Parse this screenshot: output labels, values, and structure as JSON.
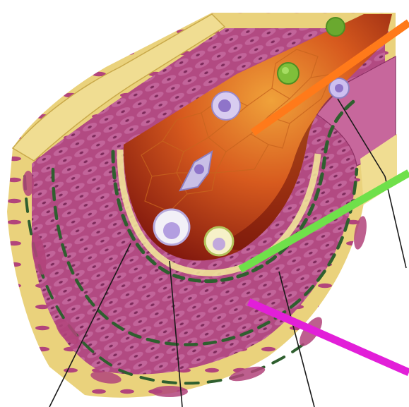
{
  "figure": {
    "subject": "artery-cross-section",
    "labels": [],
    "colors": {
      "background": "#ffffff",
      "adventitia": "#e9d27a",
      "adventitia_dark": "#d3b85a",
      "media": "#b0487f",
      "media_dark": "#8b2f63",
      "media_light": "#c76c9a",
      "intima": "#f3ec9a",
      "elastic_lamina": "#2f5f2f",
      "lumen_light": "#ea8a26",
      "lumen_mid": "#d4561d",
      "lumen_dark": "#8a1a10",
      "white_cell": "#c8b9e8",
      "green_cell": "#7fbf3a",
      "pointer_orange": "#ff7a1a",
      "pointer_green": "#6fe04a",
      "pointer_magenta": "#e21fd8",
      "leader_line": "#1a1a1a"
    },
    "pointers": [
      {
        "name": "lumen-pointer",
        "color": "#ff7a1a"
      },
      {
        "name": "intima-pointer",
        "color": "#6fe04a"
      },
      {
        "name": "media-pointer",
        "color": "#e21fd8"
      }
    ]
  }
}
